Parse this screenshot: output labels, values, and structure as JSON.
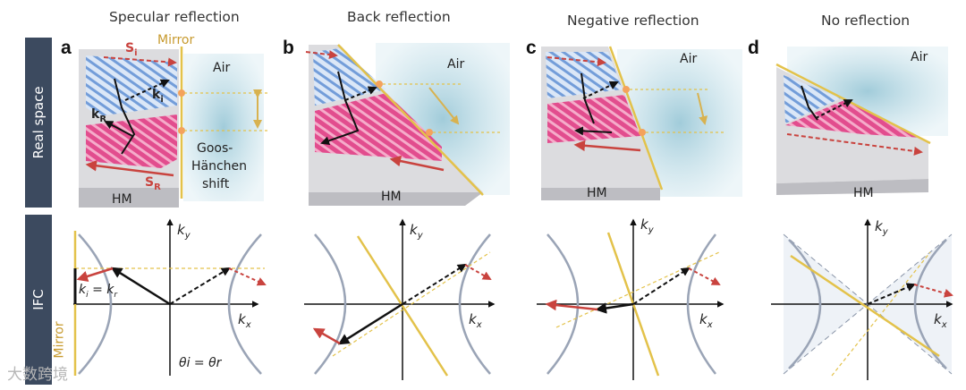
{
  "columns": [
    {
      "letter": "a",
      "title": "Specular reflection"
    },
    {
      "letter": "b",
      "title": "Back reflection"
    },
    {
      "letter": "c",
      "title": "Negative reflection"
    },
    {
      "letter": "d",
      "title": "No reflection"
    }
  ],
  "row_labels": {
    "top": "Real space",
    "bottom": "IFC"
  },
  "labels": {
    "mirror": "Mirror",
    "air": "Air",
    "hm": "HM",
    "goos_hanchen": [
      "Goos-",
      "Hänchen",
      "shift"
    ],
    "s_i": "S",
    "s_i_sub": "i",
    "s_r": "S",
    "s_r_sub": "R",
    "k_i": "k",
    "k_i_sub": "i",
    "k_r": "k",
    "k_r_sub": "R",
    "ky": "k",
    "ky_sub": "y",
    "kx": "k",
    "kx_sub": "x",
    "k_parallel_eq": "k",
    "theta_eq": "θi = θr"
  },
  "colors": {
    "sidebar": "#3c4a5f",
    "mirror": "#e3c24a",
    "pink": "#d8327a",
    "blue": "#5b8fd6",
    "air": "#8fc3d3",
    "red": "#c9433e",
    "hm_gray": "#d6d6d9",
    "hyperbola": "#9aa4b6"
  },
  "watermark": "大数跨境"
}
